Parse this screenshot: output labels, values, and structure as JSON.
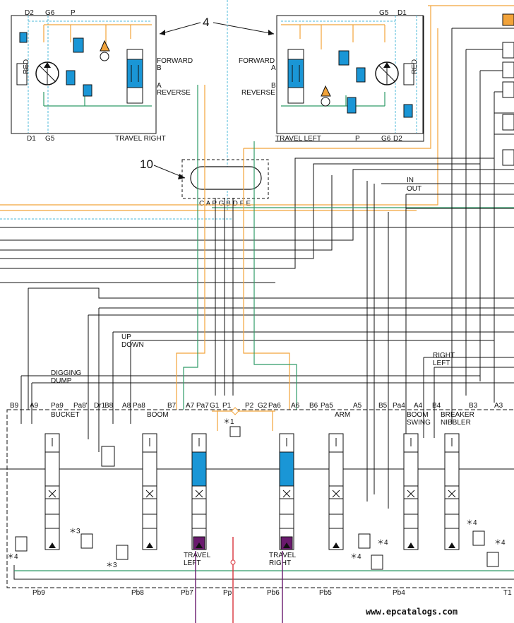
{
  "colors": {
    "orange": "#f2a33a",
    "blue": "#1a96d6",
    "green": "#2e9b67",
    "line": "#111111",
    "cyan": "#4cb8d8",
    "purple": "#6a1a6e",
    "red": "#d9323b"
  },
  "callouts": {
    "four": "4",
    "ten": "10"
  },
  "travel_right": {
    "title": "TRAVEL RIGHT",
    "forward": "FORWARD",
    "b": "B",
    "a": "A",
    "reverse": "REVERSE",
    "d2": "D2",
    "g6": "G6",
    "p": "P",
    "d1": "D1",
    "g5": "G5",
    "red": "RED"
  },
  "travel_left": {
    "title": "TRAVEL LEFT",
    "forward": "FORWARD",
    "a": "A",
    "b": "B",
    "reverse": "REVERSE",
    "g5": "G5",
    "d1": "D1",
    "p": "P",
    "g6": "G6",
    "d2": "D2",
    "red": "RED"
  },
  "swivel": {
    "ports": "C A P G B D F E"
  },
  "signals": {
    "in": "IN",
    "out": "OUT",
    "up": "UP",
    "down": "DOWN",
    "digging": "DIGGING",
    "dump": "DUMP",
    "right": "RIGHT",
    "left": "LEFT"
  },
  "top_ports": [
    "B9",
    "A9",
    "Pa9",
    "Pa8'",
    "Dr1",
    "B8",
    "A8",
    "Pa8",
    "B7",
    "A7",
    "Pa7",
    "G1",
    "P1",
    "P2",
    "G2",
    "Pa6",
    "A6",
    "B6",
    "Pa5",
    "A5",
    "B5",
    "Pa4",
    "A4",
    "B4",
    "B3",
    "A3"
  ],
  "bottom_ports": [
    "Pb9",
    "Pb8",
    "Pb7",
    "Pp",
    "Pb6",
    "Pb5",
    "Pb4",
    "T1"
  ],
  "sections": {
    "bucket": "BUCKET",
    "boom": "BOOM",
    "travel_left": "TRAVEL\nLEFT",
    "travel_right": "TRAVEL\nRIGHT",
    "arm": "ARM",
    "boom_swing": "BOOM\nSWING",
    "breaker": "BREAKER\nNIBBLER"
  },
  "marks": {
    "s1": "＊1",
    "s3": "＊3",
    "s4": "＊4"
  },
  "watermark": "www.epcatalogs.com"
}
